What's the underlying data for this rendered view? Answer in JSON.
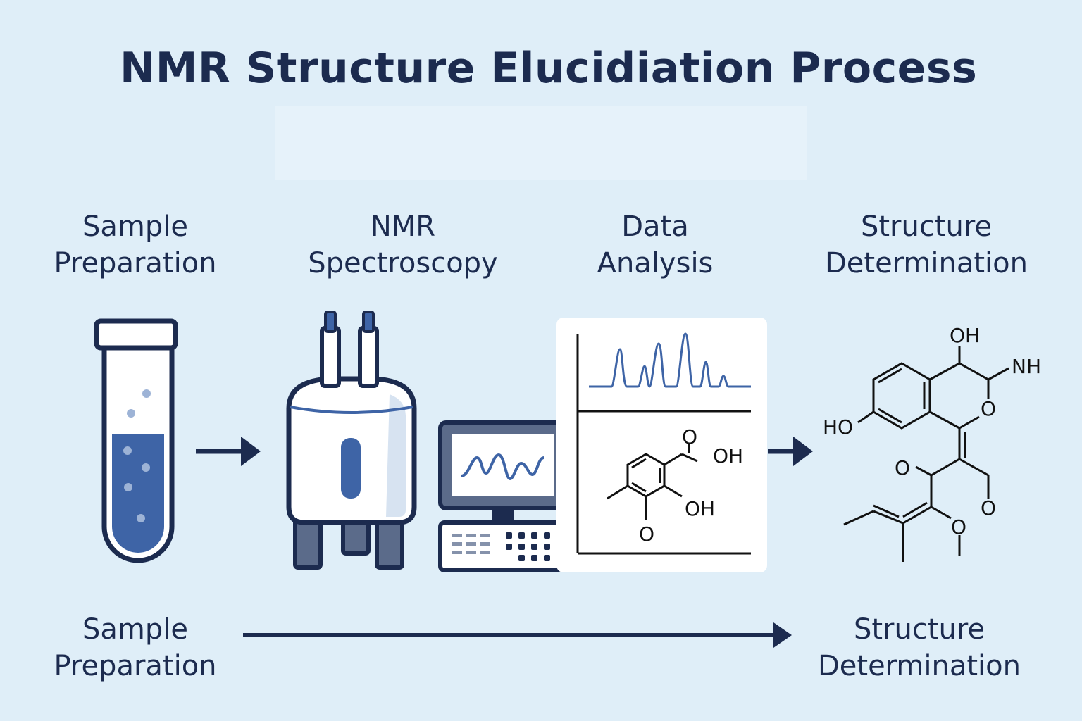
{
  "title": "NMR Structure Elucidiation Process",
  "steps": [
    {
      "line1": "Sample",
      "line2": "Preparation",
      "icon": "test-tube-icon"
    },
    {
      "line1": "NMR",
      "line2": "Spectroscopy",
      "icon": "nmr-magnet-icon"
    },
    {
      "line1": "Data",
      "line2": "Analysis",
      "icon": "spectrum-chart-icon"
    },
    {
      "line1": "Structure",
      "line2": "Determination",
      "icon": "molecule-structure-icon"
    }
  ],
  "bottom_flow": {
    "start": {
      "line1": "Sample",
      "line2": "Preparation"
    },
    "end": {
      "line1": "Structure",
      "line2": "Determination"
    }
  },
  "chemistry": {
    "analysis_labels": [
      "O",
      "OH",
      "OH",
      "O"
    ],
    "structure_labels": [
      "OH",
      "NH",
      "HO",
      "O",
      "O",
      "O",
      "O"
    ]
  },
  "colors": {
    "background": "#dfeef8",
    "ink": "#1c2b4f",
    "accent": "#3e64a6",
    "panel": "#ffffff"
  }
}
